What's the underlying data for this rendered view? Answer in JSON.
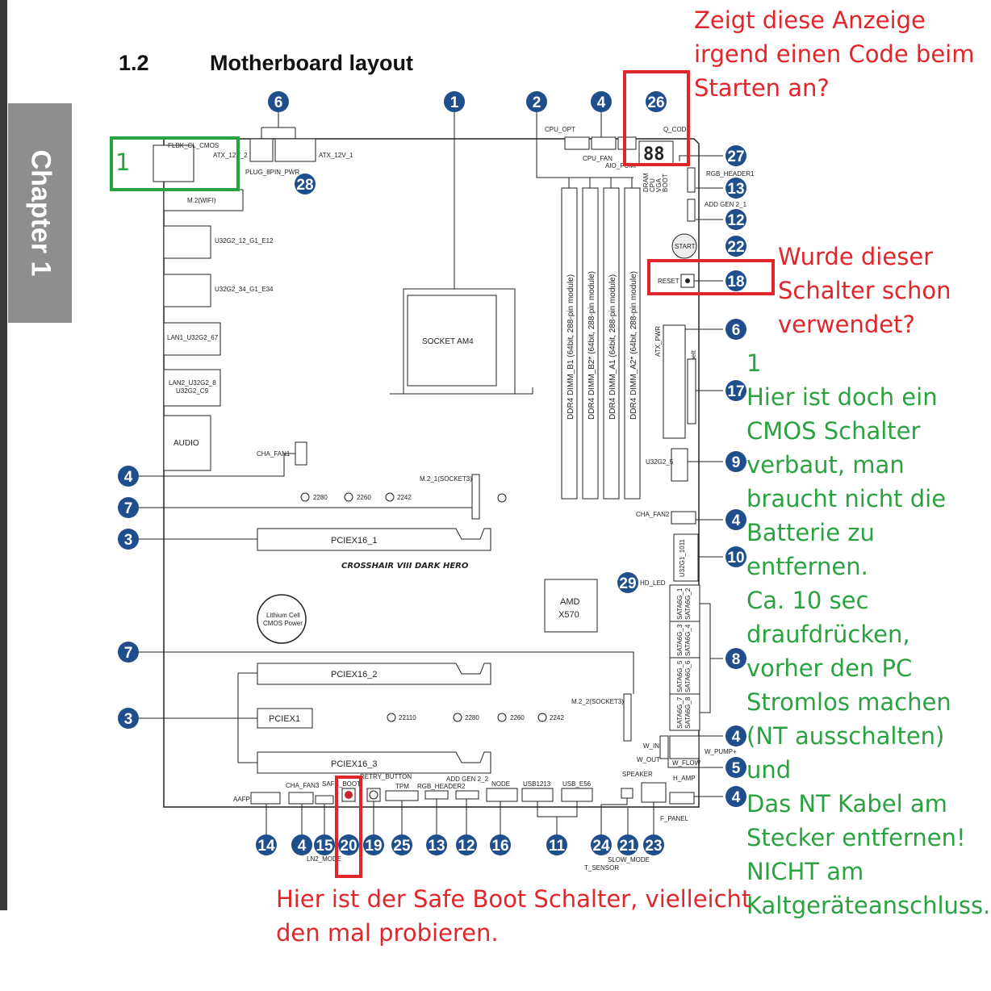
{
  "chapter_tab": "Chapter 1",
  "section": {
    "number": "1.2",
    "title": "Motherboard layout"
  },
  "board": {
    "model_logo": "CROSSHAIR VIII DARK HERO",
    "socket": "SOCKET AM4",
    "chipset": [
      "AMD",
      "X570"
    ],
    "battery": [
      "Lithium Cell",
      "CMOS Power"
    ],
    "dimms": [
      "DDR4 DIMM_B1 (64bit, 288-pin module)",
      "DDR4 DIMM_B2* (64bit, 288-pin module)",
      "DDR4 DIMM_A1 (64bit, 288-pin module)",
      "DDR4 DIMM_A2* (64bit, 288-pin module)"
    ],
    "slots": {
      "pciex16_1": "PCIEX16_1",
      "pciex16_2": "PCIEX16_2",
      "pciex1": "PCIEX1",
      "pciex16_3": "PCIEX16_3"
    },
    "io": {
      "flbk": "FLBK_CL_CMOS",
      "wifi": "M.2(WIFI)",
      "u32_12": "U32G2_12_G1_E12",
      "u32_34": "U32G2_34_G1_E34",
      "lan1": "LAN1_U32G2_67",
      "lan2": [
        "LAN2_U32G2_8",
        "U32G2_C9"
      ],
      "audio": "AUDIO"
    },
    "power": {
      "atx12": "ATX_12V_2",
      "atx12_1": "ATX_12V_1",
      "plug8": "PLUG_8PIN_PWR",
      "atx_pwr": "ATX_PWR",
      "probelt": "ProbeIt"
    },
    "top_labels": {
      "cpu_opt": "CPU_OPT",
      "cpu_fan": "CPU_FAN",
      "aio_pump": "AIO_PUMP",
      "q_code": "Q_CODE",
      "rgb1": "RGB_HEADER1",
      "addgen1": "ADD GEN 2_1",
      "qled": [
        "DRAM",
        "CPU",
        "VGA",
        "BOOT"
      ],
      "qcode_digits": "88"
    },
    "buttons": {
      "start": "START",
      "reset": "RESET"
    },
    "m2": {
      "m21": "M.2_1(SOCKET3)",
      "m22": "M.2_2(SOCKET3)",
      "m21_sizes": [
        "2280",
        "2260",
        "2242"
      ],
      "m22_sizes": [
        "22110",
        "2280",
        "2260",
        "2242"
      ]
    },
    "right_labels": {
      "u32g2_5": "U32G2_5",
      "cha_fan2": "CHA_FAN2",
      "u32g1": "U32G1_1011",
      "hd_led": "HD_LED",
      "sata": [
        [
          "SATA6G_1",
          "SATA6G_2"
        ],
        [
          "SATA6G_3",
          "SATA6G_4"
        ],
        [
          "SATA6G_5",
          "SATA6G_6"
        ],
        [
          "SATA6G_7",
          "SATA6G_8"
        ]
      ],
      "w_in": "W_IN",
      "w_pump": "W_PUMP+",
      "w_out": "W_OUT",
      "w_flow": "W_FLOW"
    },
    "cha_fan1": "CHA_FAN1",
    "bottom_labels": {
      "aafp": "AAFP",
      "cha_fan3": "CHA_FAN3",
      "safe_boot": "SAFE_BOOT",
      "retry": "RETRY_BUTTON",
      "tpm": "TPM",
      "rgb2": "RGB_HEADER2",
      "addgen2": "ADD GEN 2_2",
      "node": "NODE",
      "usb1213": "USB1213",
      "usb_e56": "USB_E56",
      "speaker": "SPEAKER",
      "h_amp": "H_AMP",
      "f_panel": "F_PANEL",
      "ln2": "LN2_MODE",
      "slow": "SLOW_MODE",
      "t_sensor": "T_SENSOR"
    },
    "callout_numbers": [
      "6",
      "1",
      "2",
      "4",
      "26",
      "27",
      "13",
      "12",
      "22",
      "18",
      "28",
      "6",
      "17",
      "9",
      "4",
      "10",
      "29",
      "8",
      "4",
      "5",
      "4",
      "4",
      "7",
      "3",
      "7",
      "3",
      "14",
      "4",
      "15",
      "20",
      "19",
      "25",
      "13",
      "12",
      "16",
      "11",
      "24",
      "21",
      "23"
    ]
  },
  "annotations": {
    "green_label": "1",
    "red_top": [
      "Zeigt diese Anzeige",
      "irgend einen Code beim",
      "Starten an?"
    ],
    "red_reset": [
      "Wurde dieser",
      "Schalter schon",
      "verwendet?"
    ],
    "green_cmos": [
      "1",
      "Hier ist doch ein",
      "CMOS Schalter",
      "verbaut, man",
      "braucht nicht die",
      "Batterie zu",
      "entfernen.",
      "Ca. 10 sec",
      "draufdrücken,",
      "vorher den PC",
      "Stromlos machen",
      "(NT ausschalten)",
      "und",
      "Das NT Kabel am",
      "Stecker entfernen!",
      "NICHT am",
      "Kaltgeräteanschluss."
    ],
    "red_bottom": [
      "Hier ist der Safe Boot Schalter, vielleicht",
      "den mal probieren."
    ]
  },
  "colors": {
    "callout": "#1f4e8c",
    "annotation_red": "#e0262b",
    "annotation_green": "#2aa23f",
    "chapter_tab": "#8e8e8e"
  }
}
